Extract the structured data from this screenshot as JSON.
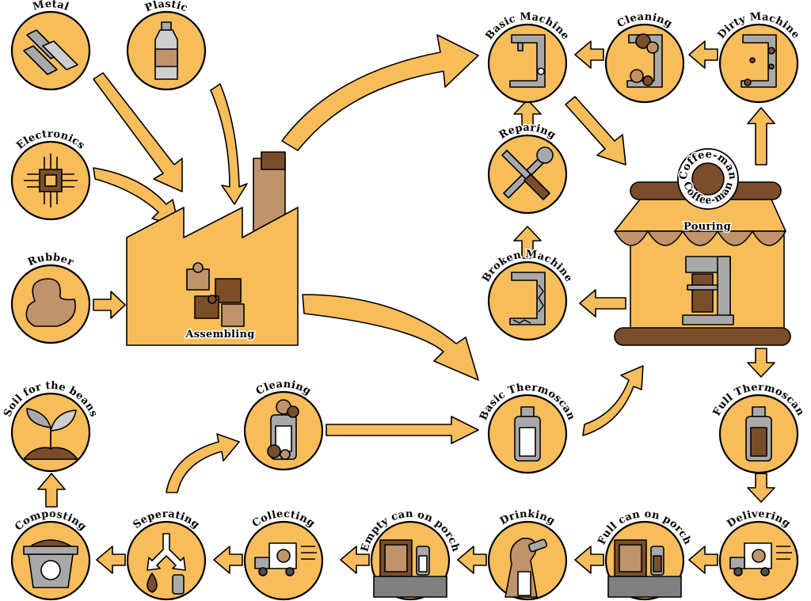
{
  "colors": {
    "fill": "#f7bd5b",
    "dark_brown": "#7b4e2b",
    "light_brown": "#c0936a",
    "grey": "#a9a9a9",
    "outline": "#000000"
  },
  "nodes": {
    "metal": "Metal",
    "plastic": "Plastic",
    "electronics": "Electronics",
    "rubber": "Rubber",
    "assembling": "Assembling",
    "basic_machine": "Basic Machine",
    "cleaning_top": "Cleaning",
    "dirty_machine": "Dirty Machine",
    "reparing": "Reparing",
    "broken_machine": "Broken Machine",
    "pouring": "Pouring",
    "logo_top": "Coffee-man",
    "logo_bottom": "Coffee-man",
    "basic_thermoscan": "Basic Thermoscan",
    "full_thermoscan": "Full Thermoscan",
    "delivering": "Delivering",
    "full_can_on_porch": "Full can on porch",
    "drinking": "Drinking",
    "empty_can_on_porch": "Empty can on porch",
    "collecting": "Collecting",
    "seperating": "Seperating",
    "composting": "Composting",
    "soil_for_the_beans": "Soil for the beans",
    "cleaning_bottom": "Cleaning"
  },
  "icons": {
    "metal": "steel-beam-icon",
    "plastic": "plastic-bottle-icon",
    "electronics": "microchip-icon",
    "rubber": "rubber-duck-icon",
    "assembling": "factory-puzzle-icon",
    "basic_machine": "coffee-machine-icon",
    "cleaning": "bubbles-icon",
    "dirty_machine": "dirty-machine-icon",
    "reparing": "wrench-screwdriver-icon",
    "broken_machine": "broken-machine-icon",
    "pouring": "coffee-shop-icon",
    "thermoscan": "thermos-can-icon",
    "delivering": "delivery-truck-icon",
    "porch": "porch-door-icon",
    "drinking": "person-drinking-icon",
    "collecting": "collection-truck-icon",
    "seperating": "split-arrows-icon",
    "composting": "compost-bin-icon",
    "soil": "sprout-icon"
  }
}
